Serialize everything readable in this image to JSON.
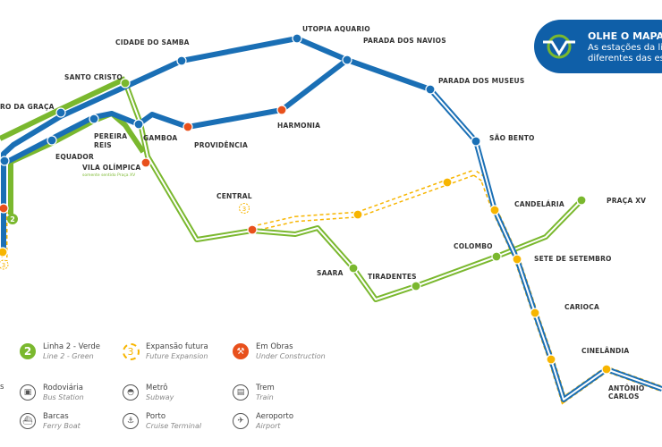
{
  "banner": {
    "title": "OLHE O MAPA C",
    "subtitle_line1": "As estações da li",
    "subtitle_line2": "diferentes das es"
  },
  "stations": {
    "largo_graca": "RO DA GRAÇA",
    "santo_cristo": "SANTO CRISTO",
    "cidade_samba": "CIDADE DO SAMBA",
    "utopia": "UTOPIA AQUARIO",
    "navios": "PARADA DOS NAVIOS",
    "museus": "PARADA DOS MUSEUS",
    "sao_bento": "SÃO BENTO",
    "harmonia": "HARMONIA",
    "providencia": "PROVIDÊNCIA",
    "gamboa": "GAMBOA",
    "pereira": "PEREIRA",
    "reis": "REIS",
    "equador": "EQUADOR",
    "vila_olimpica": "VILA OLÍMPICA",
    "vila_olimpica_note": "somente sentido Praça XV",
    "central": "CENTRAL",
    "candelaria": "CANDELÁRIA",
    "praca_xv": "PRAÇA XV",
    "colombo": "COLOMBO",
    "sete_setembro": "SETE DE SETEMBRO",
    "saara": "SAARA",
    "tiradentes": "TIRADENTES",
    "carioca": "CARIOCA",
    "cinelandia": "CINELÂNDIA",
    "antonio": "ANTÔNIO",
    "carlos": "CARLOS"
  },
  "line_badges": {
    "line2": "2",
    "line3": "3"
  },
  "legend": {
    "cut_text": "s",
    "items": [
      {
        "pt": "Linha 2 - Verde",
        "en": "Line 2 - Green",
        "icon": "line-2-badge"
      },
      {
        "pt": "Expansão futura",
        "en": "Future Expansion",
        "icon": "line-3-badge"
      },
      {
        "pt": "Em Obras",
        "en": "Under Construction",
        "icon": "construction-icon"
      },
      {
        "pt": "Rodoviária",
        "en": "Bus Station",
        "icon": "bus-icon"
      },
      {
        "pt": "Metrô",
        "en": "Subway",
        "icon": "subway-icon"
      },
      {
        "pt": "Trem",
        "en": "Train",
        "icon": "train-icon"
      },
      {
        "pt": "Barcas",
        "en": "Ferry Boat",
        "icon": "ferry-icon"
      },
      {
        "pt": "Porto",
        "en": "Cruise Terminal",
        "icon": "cruise-icon"
      },
      {
        "pt": "Aeroporto",
        "en": "Airport",
        "icon": "airport-icon"
      }
    ]
  },
  "colors": {
    "line1": "#1a6fb5",
    "line2": "#7ab82e",
    "line3": "#f7b500",
    "works": "#e8501c",
    "banner": "#0f5fa8"
  }
}
